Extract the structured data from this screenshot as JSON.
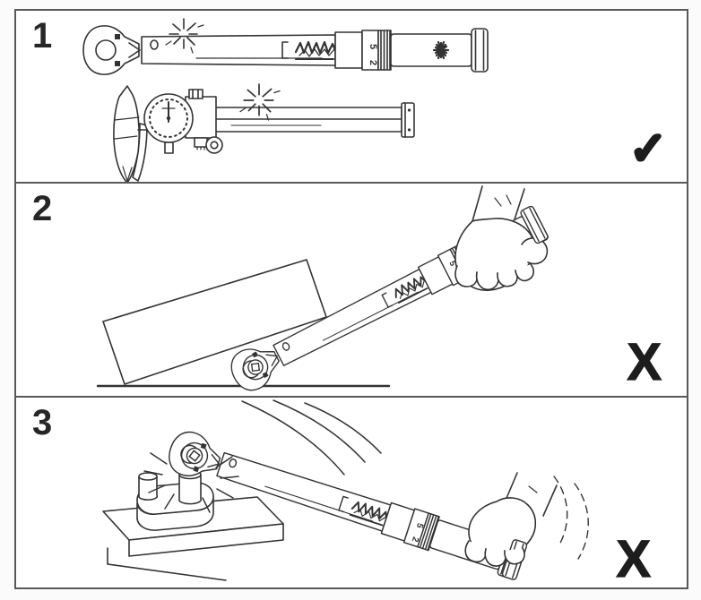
{
  "page": {
    "background_color": "#fbfbfb",
    "panel_background_color": "#ffffff",
    "border_color": "#595959",
    "line_color": "#333333",
    "mark_color": "#1d1d1d"
  },
  "panels": [
    {
      "number": "1",
      "result": "correct",
      "mark_glyph": "✓",
      "items": [
        "torque-wrench",
        "sparkle",
        "dial-caliper",
        "sparkle"
      ]
    },
    {
      "number": "2",
      "result": "incorrect",
      "mark_glyph": "X",
      "items": [
        "tilted-box",
        "ground-line",
        "torque-wrench",
        "hand-gripping-handle"
      ]
    },
    {
      "number": "3",
      "result": "incorrect",
      "mark_glyph": "X",
      "items": [
        "motion-arcs",
        "workbench",
        "stud-block",
        "torque-wrench",
        "impact-lines",
        "hand-gripping-handle"
      ]
    }
  ],
  "wrench": {
    "dial_labels": [
      "5",
      "2"
    ]
  }
}
